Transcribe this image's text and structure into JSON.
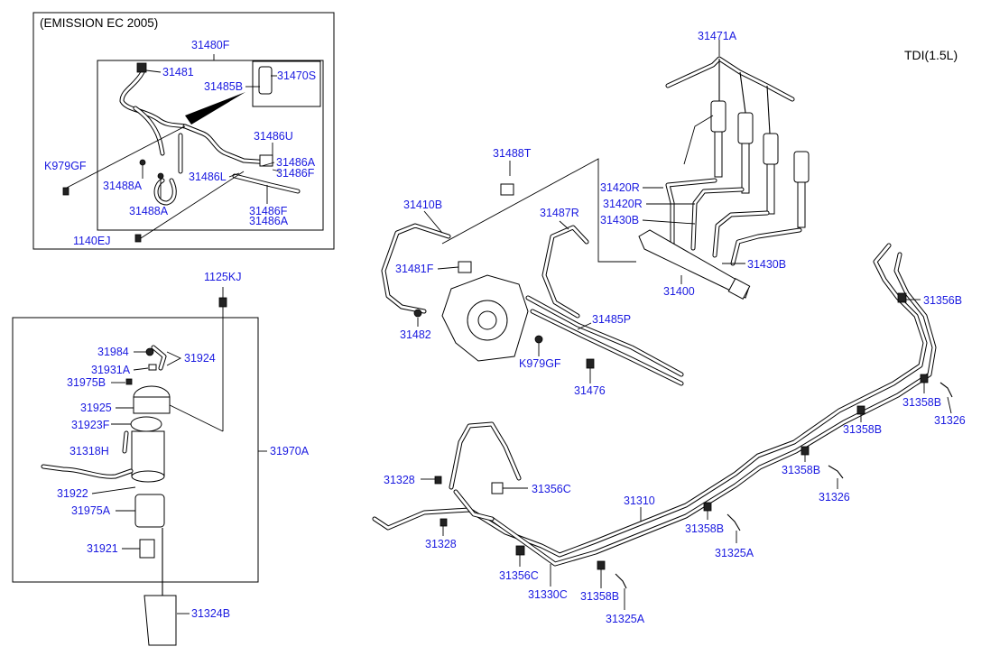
{
  "header": {
    "emission_note": "(EMISSION EC 2005)",
    "engine_spec": "TDI(1.5L)"
  },
  "labels": {
    "p31480F": "31480F",
    "p31481": "31481",
    "p31470S": "31470S",
    "p31485B": "31485B",
    "pK979GF_a": "K979GF",
    "p31486U": "31486U",
    "p31486A_a": "31486A",
    "p31486F_a": "31486F",
    "p31486L": "31486L",
    "p31488A_a": "31488A",
    "p31488A_b": "31488A",
    "p31486F_b": "31486F",
    "p31486A_b": "31486A",
    "p1140EJ": "1140EJ",
    "p1125KJ": "1125KJ",
    "p31984": "31984",
    "p31924": "31924",
    "p31931A": "31931A",
    "p31975B": "31975B",
    "p31925": "31925",
    "p31923F": "31923F",
    "p31970A": "31970A",
    "p31318H": "31318H",
    "p31922": "31922",
    "p31975A": "31975A",
    "p31921": "31921",
    "p31324B": "31324B",
    "p31471A": "31471A",
    "p31488T": "31488T",
    "p31420R_a": "31420R",
    "p31420R_b": "31420R",
    "p31430B_a": "31430B",
    "p31430B_b": "31430B",
    "p31400": "31400",
    "p31410B": "31410B",
    "p31487R": "31487R",
    "p31481F": "31481F",
    "p31482": "31482",
    "p31485P": "31485P",
    "pK979GF_b": "K979GF",
    "p31476": "31476",
    "p31356B": "31356B",
    "p31358B_a": "31358B",
    "p31358B_b": "31358B",
    "p31326_a": "31326",
    "p31358B_c": "31358B",
    "p31326_b": "31326",
    "p31310": "31310",
    "p31356C_a": "31356C",
    "p31328_a": "31328",
    "p31328_b": "31328",
    "p31358B_d": "31358B",
    "p31325A_a": "31325A",
    "p31356C_b": "31356C",
    "p31330C": "31330C",
    "p31358B_e": "31358B",
    "p31325A_b": "31325A"
  },
  "colors": {
    "label_blue": "#1a1ae0",
    "line_black": "#000000",
    "background": "#ffffff"
  }
}
